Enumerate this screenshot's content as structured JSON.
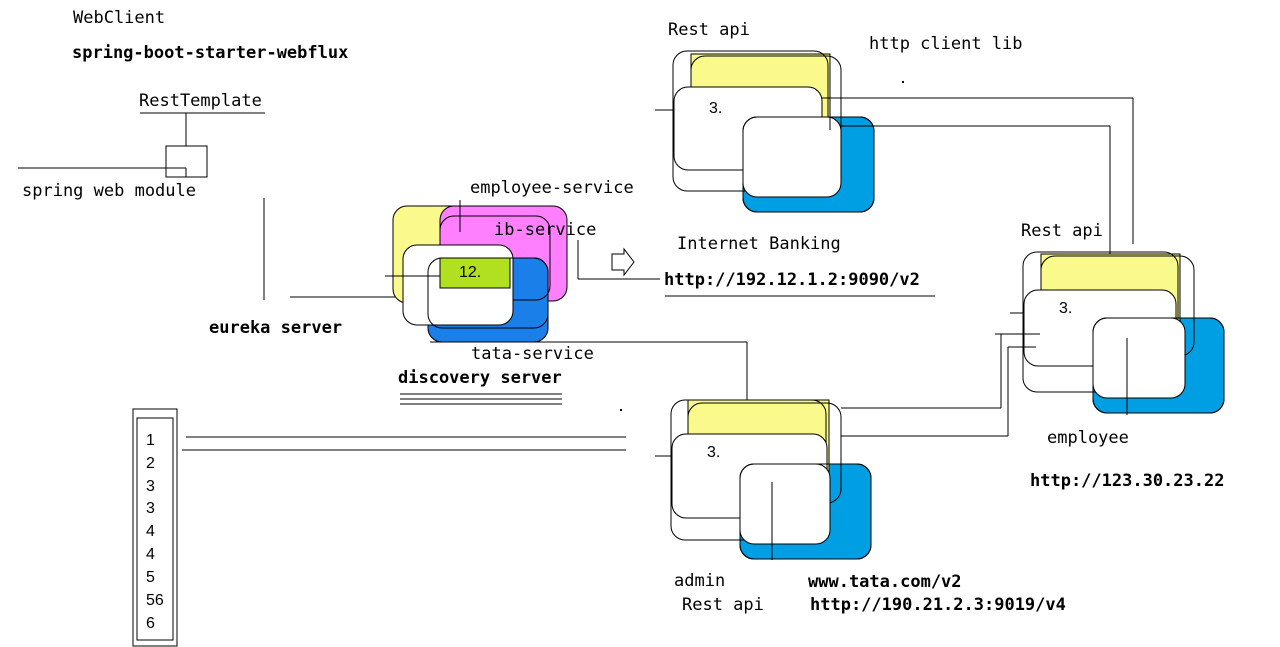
{
  "labels": {
    "webclient": "WebClient",
    "starter": "spring-boot-starter-webflux",
    "resttemplate": "RestTemplate",
    "spring_web": "spring web module",
    "eureka": "eureka server",
    "discovery": "discovery server",
    "employee_service": "employee-service",
    "ib_service": "ib-service",
    "tata_service": "tata-service",
    "cluster_center": "12.",
    "rest_api_top": "Rest api",
    "http_client_lib": "http client lib",
    "dot": ".",
    "internet_banking": "Internet Banking",
    "url_ib": "http://192.12.1.2:9090/v2",
    "rest_api_right": "Rest api",
    "employee": "employee",
    "url_employee": "http://123.30.23.22",
    "admin": "admin",
    "rest_api_bottom": "Rest api",
    "url_tata_www": "www.tata.com/v2",
    "url_tata": "http://190.21.2.3:9019/v4",
    "box_top": "3.",
    "box_right": "3.",
    "box_bottom": "3."
  },
  "list": [
    "1",
    "2",
    "3",
    "3",
    "4",
    "4",
    "5",
    "56",
    "6"
  ],
  "colors": {
    "yellow": "#fafa8c",
    "blue": "#009fe3",
    "magenta": "#ff80ff",
    "green": "#b0e020",
    "blue_dark": "#1a7fe8"
  }
}
